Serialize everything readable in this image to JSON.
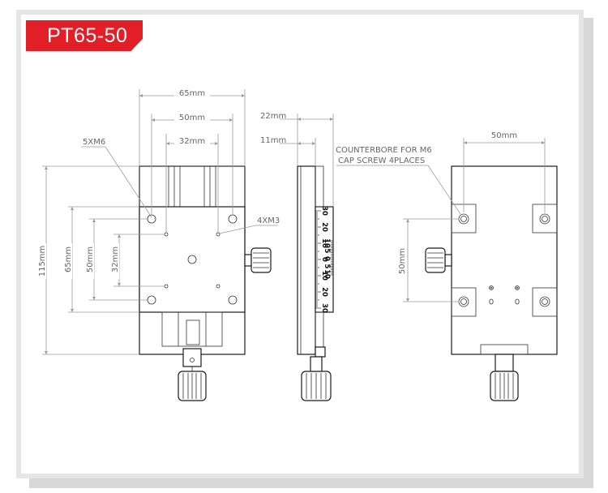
{
  "title": "PT65-50",
  "front_view": {
    "dim_width_outer": "65mm",
    "dim_width_mid": "50mm",
    "dim_width_inner": "32mm",
    "hole_label_m6": "5XM6",
    "hole_label_m3": "4XM3",
    "dim_height_total": "115mm",
    "dim_height_outer": "65mm",
    "dim_height_mid": "50mm",
    "dim_height_inner": "32mm"
  },
  "side_view": {
    "dim_depth_total": "22mm",
    "dim_depth_partial": "11mm",
    "scale_left_labels": [
      "30",
      "20",
      "10",
      "0",
      "10",
      "20",
      "30"
    ],
    "scale_right_labels": [
      "10",
      "5",
      "0",
      "5",
      "10"
    ]
  },
  "bottom_view": {
    "note_line1": "COUNTERBORE FOR M6",
    "note_line2": "CAP SCREW 4PLACES",
    "dim_width": "50mm",
    "dim_height": "50mm"
  }
}
